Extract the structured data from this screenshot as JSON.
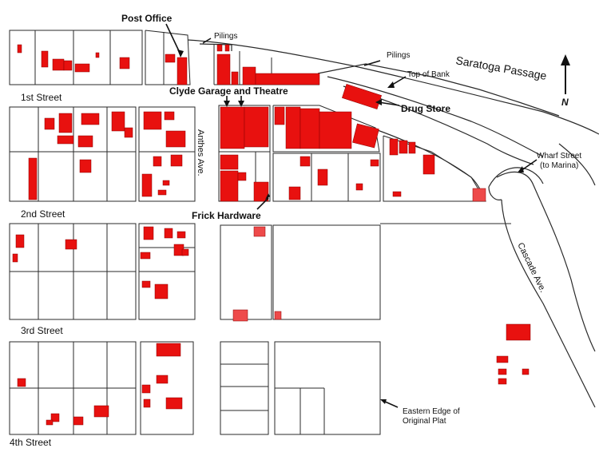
{
  "labels": {
    "post_office": "Post Office",
    "pilings_1": "Pilings",
    "pilings_2": "Pilings",
    "saratoga": "Saratoga Passage",
    "top_of_bank": "Top of Bank",
    "drug_store": "Drug Store",
    "north": "N",
    "first_street": "1st Street",
    "clyde": "Clyde Garage and Theatre",
    "anthes": "Anthes Ave.",
    "wharf_line1": "Wharf Street",
    "wharf_line2": "(to Marina)",
    "second_street": "2nd Street",
    "frick": "Frick Hardware",
    "cascade": "Cascade Ave.",
    "third_street": "3rd Street",
    "eastern_line1": "Eastern Edge of",
    "eastern_line2": "Original Plat",
    "fourth_street": "4th Street"
  },
  "colors": {
    "building": "#e8110f",
    "building_light": "#ee4a4a",
    "line": "#2a2a2a"
  }
}
